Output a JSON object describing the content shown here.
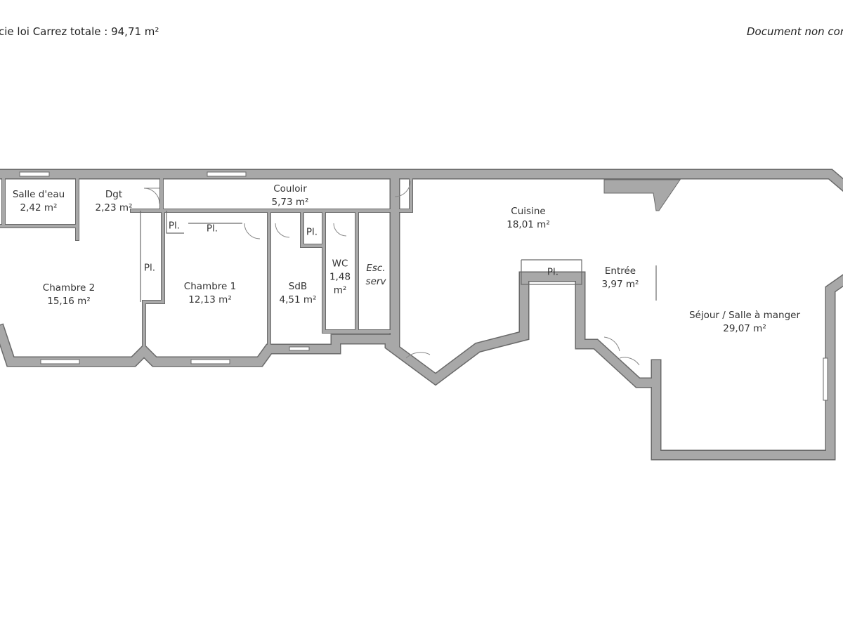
{
  "header": {
    "surface_total": "cie loi Carrez totale : 94,71 m²",
    "disclaimer": "Document non cor"
  },
  "colors": {
    "wall": "#a8a8a8",
    "wall_outline": "#6a6a6a",
    "text": "#333333"
  },
  "rooms": [
    {
      "name": "Salle d'eau",
      "area": "2,42 m²"
    },
    {
      "name": "Dgt",
      "area": "2,23 m²"
    },
    {
      "name": "Couloir",
      "area": "5,73 m²"
    },
    {
      "name": "Chambre 2",
      "area": "15,16 m²"
    },
    {
      "name": "Chambre 1",
      "area": "12,13 m²"
    },
    {
      "name": "SdB",
      "area": "4,51 m²"
    },
    {
      "name": "WC",
      "area": "1,48",
      "area_unit": "m²"
    },
    {
      "name": "Esc.",
      "area": "serv"
    },
    {
      "name": "Cuisine",
      "area": "18,01 m²"
    },
    {
      "name": "Entrée",
      "area": "3,97 m²"
    },
    {
      "name": "Séjour / Salle à manger",
      "area": "29,07 m²"
    }
  ],
  "closets": [
    "Pl.",
    "Pl.",
    "Pl.",
    "Pl.",
    "Pl."
  ]
}
